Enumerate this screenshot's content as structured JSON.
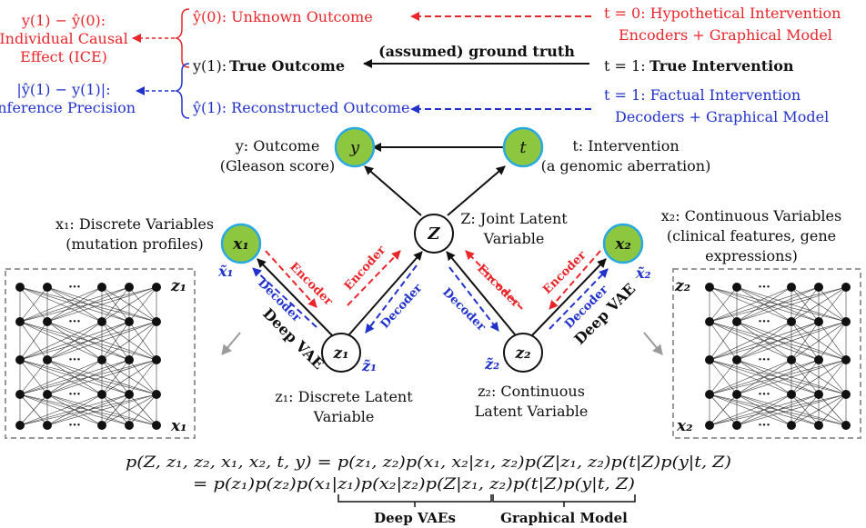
{
  "colors": {
    "red": "#e8262b",
    "blue": "#2233cc",
    "green_fill": "#8dc63f",
    "node_border_blue": "#29a9e1",
    "black": "#111111",
    "gray": "#9a9a9a",
    "formula_green": "#6cbf3a"
  },
  "top": {
    "ice_formula": "y(1) − ŷ(0):",
    "ice_line2": "Individual Causal",
    "ice_line3": "Effect (ICE)",
    "precision_formula": "|ŷ(1) − y(1)|:",
    "precision_line2": "Inference Precision",
    "unknown_outcome": "ŷ(0): Unknown Outcome",
    "true_outcome_sym": "y(1):",
    "true_outcome_label": "True Outcome",
    "reconstructed": "ŷ(1): Reconstructed Outcome",
    "ground_truth": "(assumed) ground truth",
    "hyp_line1": "t = 0: Hypothetical Intervention",
    "hyp_line2": "Encoders + Graphical Model",
    "true_int_sym": "t = 1:",
    "true_int_label": "True Intervention",
    "fact_line1": "t = 1: Factual Intervention",
    "fact_line2": "Decoders + Graphical Model"
  },
  "nodes": {
    "y": "y",
    "t": "t",
    "Z": "Z",
    "x1": "x₁",
    "x2": "x₂",
    "z1": "z₁",
    "z2": "z₂"
  },
  "labels": {
    "y_line1": "y: Outcome",
    "y_line2": "(Gleason score)",
    "t_line1": "t: Intervention",
    "t_line2": "(a genomic aberration)",
    "Z_line1": "Z: Joint Latent",
    "Z_line2": "Variable",
    "x1_line1": "x₁: Discrete Variables",
    "x1_line2": "(mutation profiles)",
    "x2_line1": "x₂: Continuous Variables",
    "x2_line2": "(clinical features, gene",
    "x2_line3": "expressions)",
    "z1_line1": "z₁: Discrete Latent",
    "z1_line2": "Variable",
    "z2_line1": "z₂: Continuous",
    "z2_line2": "Latent Variable",
    "x1_tilde": "x̃₁",
    "x2_tilde": "x̃₂",
    "z1_tilde": "z̃₁",
    "z2_tilde": "z̃₂",
    "encoder": "Encoder",
    "decoder": "Decoder",
    "deep_vae": "Deep VAE",
    "net_top_left": "z₁",
    "net_bottom_left": "x₁",
    "net_top_right": "z₂",
    "net_bottom_right": "x₂",
    "ellipsis": "···"
  },
  "formula": {
    "line1": "p(Z, z₁, z₂, x₁, x₂, t, y) = p(z₁, z₂)p(x₁, x₂|z₁, z₂)p(Z|z₁, z₂)p(t|Z)p(y|t, Z)",
    "line2": "= p(z₁)p(z₂)p(x₁|z₁)p(x₂|z₂)p(Z|z₁, z₂)p(t|Z)p(y|t, Z)",
    "deep_vaes": "Deep VAEs",
    "graphical_model": "Graphical Model"
  }
}
